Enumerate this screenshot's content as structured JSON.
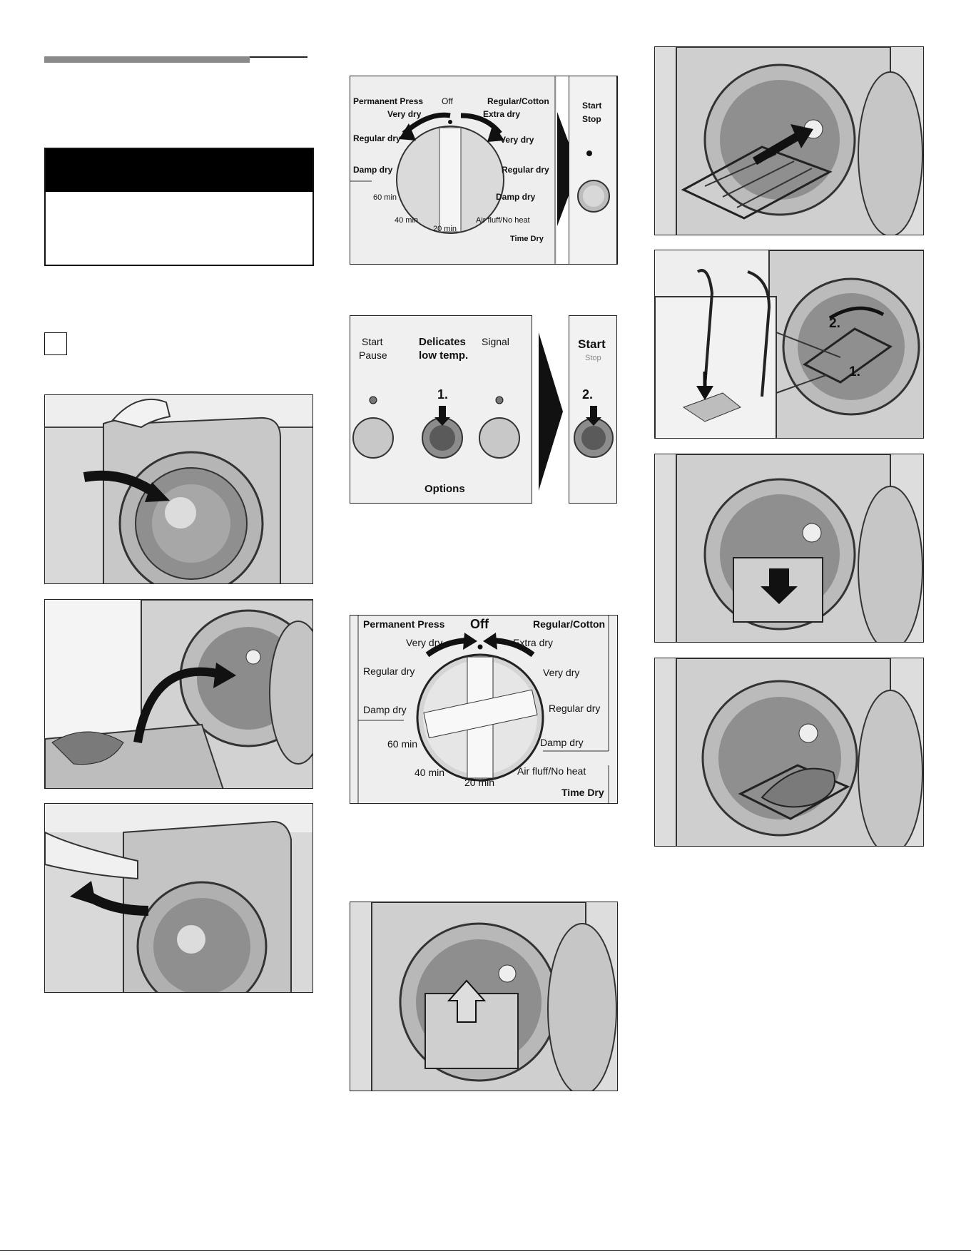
{
  "dial_panel_top": {
    "programs_left": [
      "Permanent Press",
      "Very dry",
      "Regular dry",
      "Damp dry"
    ],
    "off_label": "Off",
    "programs_right": [
      "Regular/Cotton",
      "Extra dry",
      "Very dry",
      "Regular dry",
      "Damp dry"
    ],
    "times": [
      "60 min",
      "40 min",
      "20 min"
    ],
    "air_fluff": "Air fluff/No heat",
    "time_dry": "Time Dry",
    "start_label": "Start",
    "stop_label": "Stop"
  },
  "options_panel": {
    "start_pause_1": "Start",
    "start_pause_2": "Pause",
    "delicates_1": "Delicates",
    "delicates_2": "low temp.",
    "signal": "Signal",
    "options": "Options",
    "step1": "1.",
    "start": "Start",
    "stop": "Stop",
    "step2": "2."
  },
  "dial_panel_bottom": {
    "permanent_press": "Permanent Press",
    "off_label": "Off",
    "regular_cotton": "Regular/Cotton",
    "very_dry_left": "Very dry",
    "extra_dry": "Extra dry",
    "regular_dry_left": "Regular dry",
    "very_dry_right": "Very dry",
    "damp_dry_left": "Damp dry",
    "regular_dry_right": "Regular dry",
    "min60": "60 min",
    "damp_dry_right": "Damp dry",
    "min40": "40 min",
    "min20": "20 min",
    "air_fluff": "Air fluff/No heat",
    "time_dry": "Time Dry"
  },
  "rack_panel": {
    "step2": "2.",
    "step1": "1."
  }
}
